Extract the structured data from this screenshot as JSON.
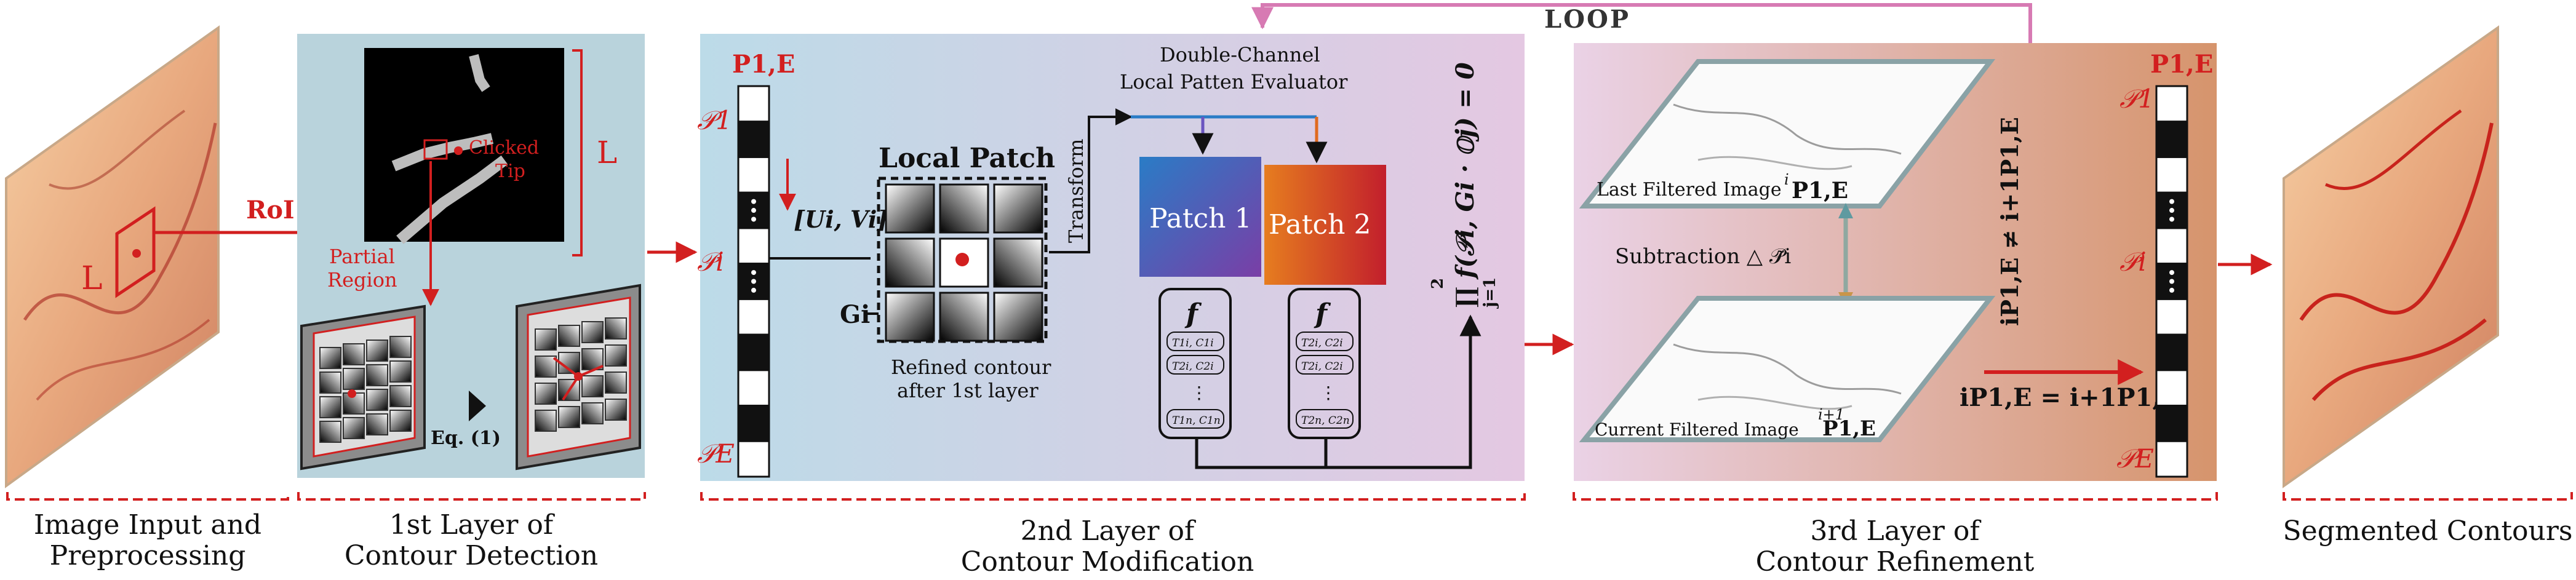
{
  "loop_label": "LOOP",
  "stage1": {
    "roi_label": "RoI",
    "l_label": "L"
  },
  "stage2": {
    "l_label": "L",
    "clicked_tip_line1": "Clicked",
    "clicked_tip_line2": "Tip",
    "partial_region_line1": "Partial",
    "partial_region_line2": "Region",
    "eq_label": "Eq. (1)"
  },
  "stage3": {
    "p1e_label": "P1,E",
    "p1_label": "𝒫1",
    "pi_label": "𝒫i",
    "pe_label": "𝒫E",
    "uv_label": "[Ui, Vi]",
    "local_patch_title": "Local Patch",
    "gi_label": "Gi",
    "refined_line1": "Refined contour",
    "refined_line2": "after 1st layer",
    "transform_label": "Transform",
    "evaluator_line1": "Double-Channel",
    "evaluator_line2": "Local Patten Evaluator",
    "patch1_label": "Patch 1",
    "patch2_label": "Patch 2",
    "f_label": "f",
    "tokens1": [
      "T1i, C1i",
      "T2i, C2i",
      "T1n, C1n"
    ],
    "tokens2": [
      "T2i, C2i",
      "T2i, C2i",
      "T2n, C2n"
    ],
    "formula_main": "∏ f(𝒫i, Gi · 𝕆j) = 0",
    "formula_lower": "j=1",
    "formula_upper": "2"
  },
  "stage4": {
    "last_filtered": "Last Filtered Image",
    "last_sup": "i",
    "last_p": "P1,E",
    "subtraction": "Subtraction △ 𝒫̃i",
    "current_filtered": "Current Filtered Image",
    "current_sup": "i+1",
    "current_p": "P1,E",
    "neq_formula": "iP1,E ≠ i+1P1,E",
    "eq_formula": "iP1,E = i+1P1,E",
    "p1e_label": "P1,E",
    "p1_label": "𝒫1",
    "pi_label": "𝒫i",
    "pe_label": "𝒫E"
  },
  "captions": [
    {
      "line1": "Image Input and",
      "line2": "Preprocessing"
    },
    {
      "line1": "1st Layer of",
      "line2": "Contour Detection"
    },
    {
      "line1": "2nd Layer of",
      "line2": "Contour Modification"
    },
    {
      "line1": "3rd Layer of",
      "line2": "Contour Refinement"
    },
    {
      "line1": "Segmented Contours",
      "line2": ""
    }
  ],
  "colors": {
    "accent_red": "#d21f1f",
    "panel1_bg": "#b9d3dc",
    "panel2_left": "#bcdbe8",
    "panel2_right": "#e2c8e0",
    "panel3_left": "#e8cde2",
    "panel3_right": "#d79a74",
    "loop_line": "#d77ab3"
  }
}
